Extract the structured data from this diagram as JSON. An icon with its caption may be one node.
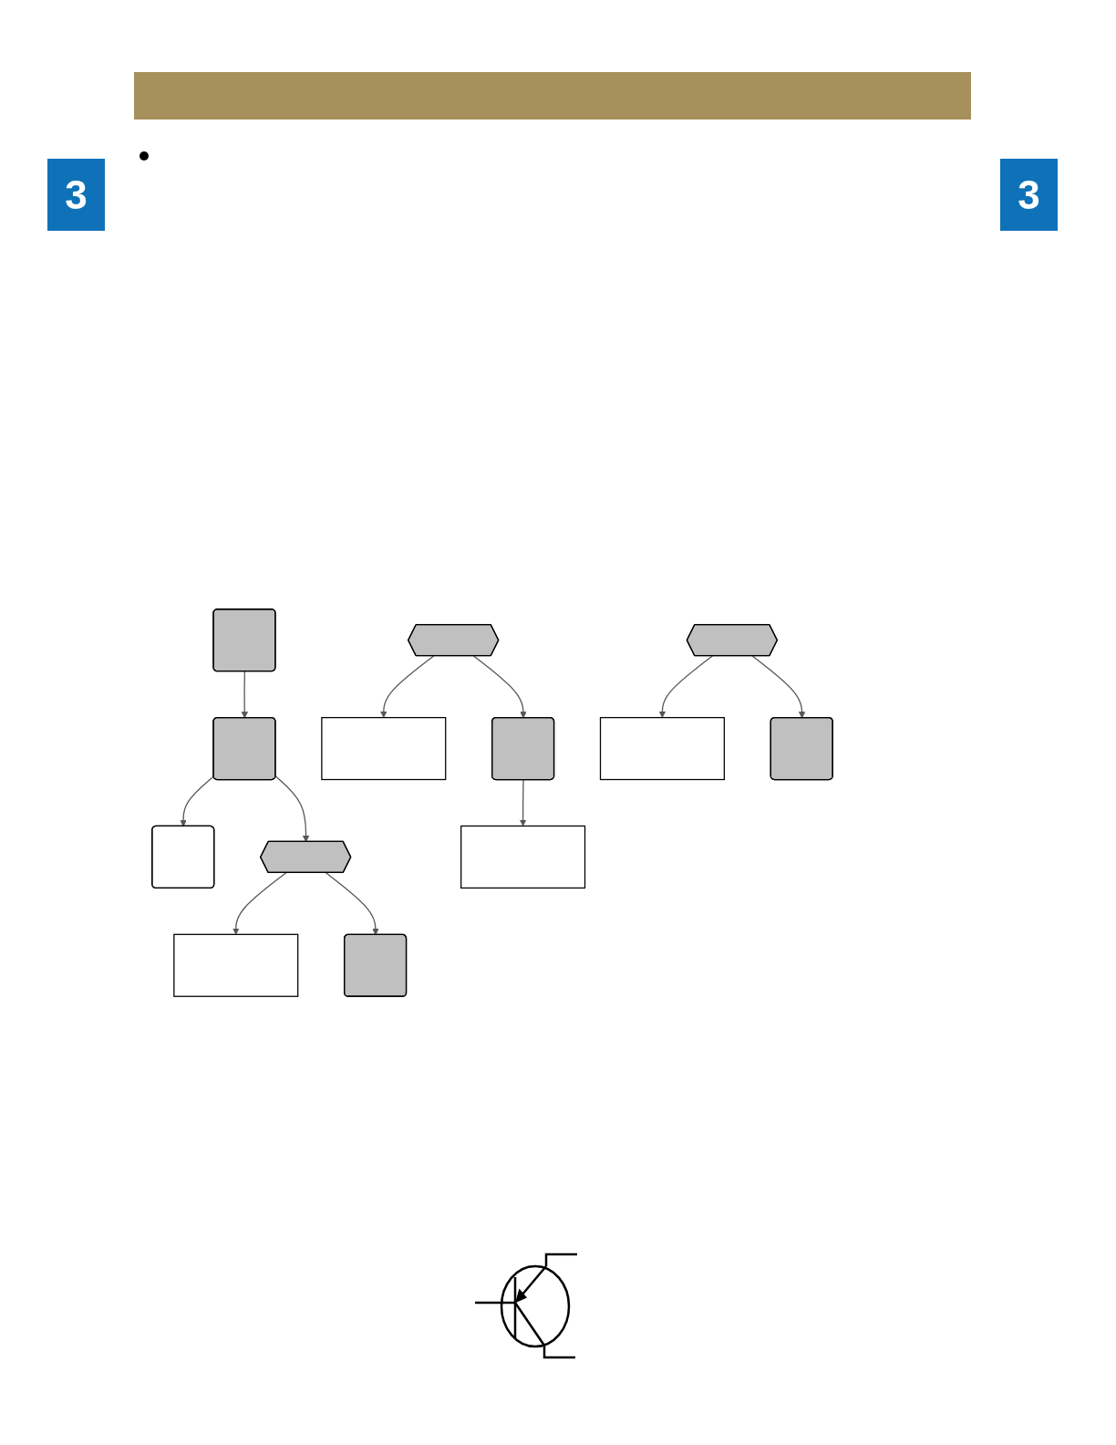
{
  "diagram": {
    "nodes": [
      {
        "text": [],
        "shape": "box"
      },
      {
        "text": [],
        "shape": "box"
      },
      {
        "text": [],
        "shape": "box"
      },
      {
        "text": [],
        "shape": "hexagon"
      },
      {
        "text": [],
        "shape": "box"
      },
      {
        "text": [],
        "shape": "box"
      },
      {
        "text": [],
        "shape": "hexagon"
      },
      {
        "text": [],
        "shape": "box"
      },
      {
        "text": [],
        "shape": "box"
      },
      {
        "text": [],
        "shape": "box"
      },
      {
        "text": [],
        "shape": "hexagon"
      },
      {
        "text": [],
        "shape": "box"
      },
      {
        "text": [],
        "shape": "box"
      }
    ],
    "edges": [
      {
        "from": 0,
        "to": 1,
        "arrow": "to"
      },
      {
        "from": 1,
        "to": 2,
        "arrow": "to"
      },
      {
        "from": 1,
        "to": 3,
        "arrow": "to"
      },
      {
        "from": 3,
        "to": 4,
        "arrow": "to"
      },
      {
        "from": 3,
        "to": 5,
        "arrow": "to"
      },
      {
        "from": 6,
        "to": 7,
        "arrow": "to"
      },
      {
        "from": 6,
        "to": 8,
        "arrow": "to"
      },
      {
        "from": 8,
        "to": 9,
        "arrow": "to"
      },
      {
        "from": 10,
        "to": 11,
        "arrow": "to"
      },
      {
        "from": 10,
        "to": 12,
        "arrow": "to"
      }
    ],
    "labels": [
      "3",
      "3"
    ]
  }
}
